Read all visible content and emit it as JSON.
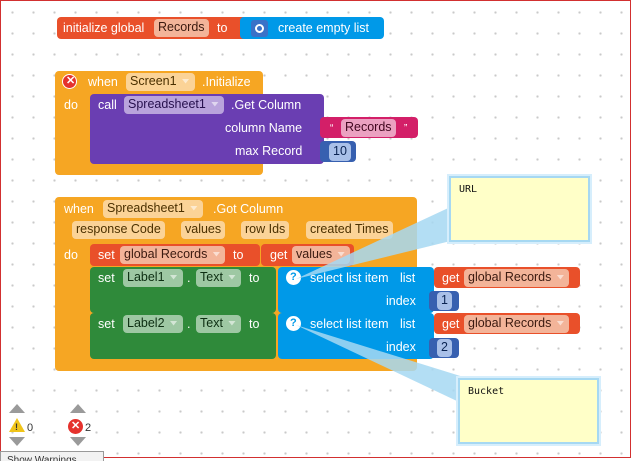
{
  "block1": {
    "initialize": "initialize global",
    "var": "Records",
    "to": "to",
    "create_list": "create empty list"
  },
  "block2": {
    "when": "when",
    "component": "Screen1",
    "event": ".Initialize",
    "do": "do",
    "call": "call",
    "call_component": "Spreadsheet1",
    "method": ".Get Column",
    "param1": "column Name",
    "column_value": "Records",
    "param2": "max Record",
    "max_value": "10"
  },
  "block3": {
    "when": "when",
    "component": "Spreadsheet1",
    "event": ".Got Column",
    "params": [
      "response Code",
      "values",
      "row Ids",
      "created Times"
    ],
    "do": "do",
    "set_global": {
      "set": "set",
      "var": "global Records",
      "to": "to",
      "get": "get",
      "get_var": "values"
    },
    "rows": [
      {
        "set": "set",
        "component": "Label1",
        "dot": ".",
        "prop": "Text",
        "to": "to",
        "select": "select list item",
        "list": "list",
        "get": "get",
        "get_var": "global Records",
        "index": "index",
        "index_value": "1"
      },
      {
        "set": "set",
        "component": "Label2",
        "dot": ".",
        "prop": "Text",
        "to": "to",
        "select": "select list item",
        "list": "list",
        "get": "get",
        "get_var": "global Records",
        "index": "index",
        "index_value": "2"
      }
    ]
  },
  "comments": {
    "url": "URL",
    "bucket": "Bucket"
  },
  "status": {
    "warnings": "0",
    "errors": "2",
    "show_warnings": "Show Warnings"
  }
}
